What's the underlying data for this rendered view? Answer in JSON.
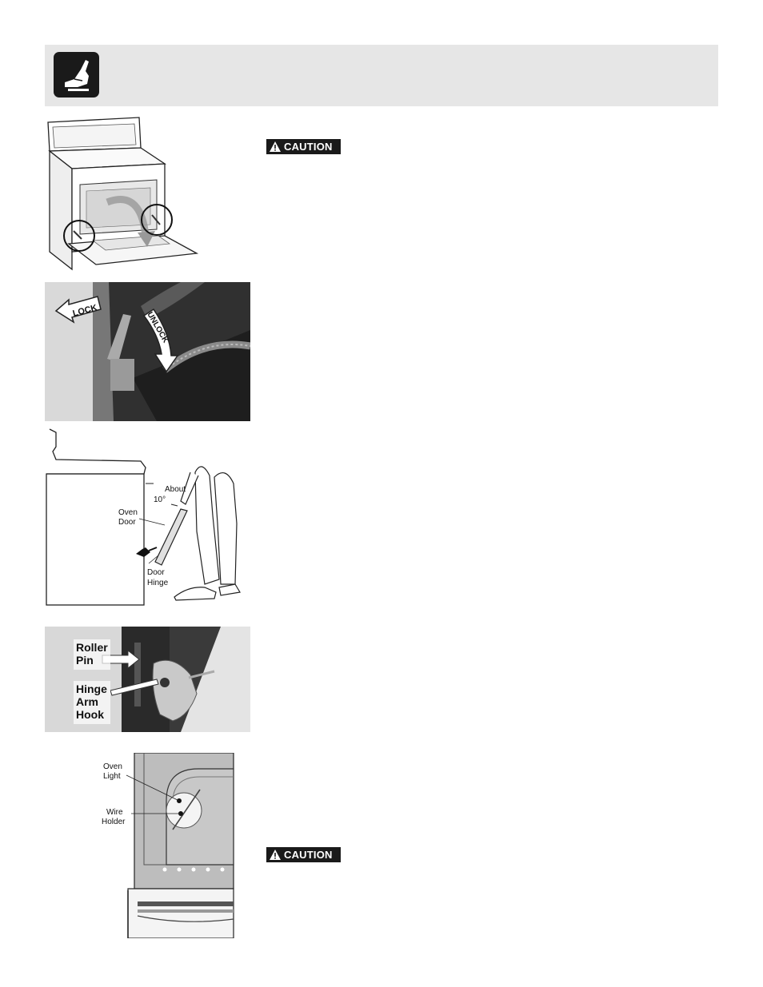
{
  "header": {
    "icon": "hand-care-icon"
  },
  "caution_labels": [
    "CAUTION",
    "CAUTION"
  ],
  "figures": {
    "lock": {
      "lock_label": "LOCK",
      "unlock_label": "UNLOCK"
    },
    "door_removal": {
      "about_label_line1": "About",
      "about_label_line2": "10°",
      "oven_door_line1": "Oven",
      "oven_door_line2": "Door",
      "door_hinge_line1": "Door",
      "door_hinge_line2": "Hinge"
    },
    "hinge": {
      "roller_line1": "Roller",
      "roller_line2": "Pin",
      "hook_line1": "Hinge",
      "hook_line2": "Arm",
      "hook_line3": "Hook"
    },
    "light": {
      "oven_light_line1": "Oven",
      "oven_light_line2": "Light",
      "wire_holder_line1": "Wire",
      "wire_holder_line2": "Holder"
    }
  },
  "colors": {
    "header_bg": "#e6e6e6",
    "caution_bg": "#1a1a1a",
    "photo_dark": "#2b2b2b"
  }
}
